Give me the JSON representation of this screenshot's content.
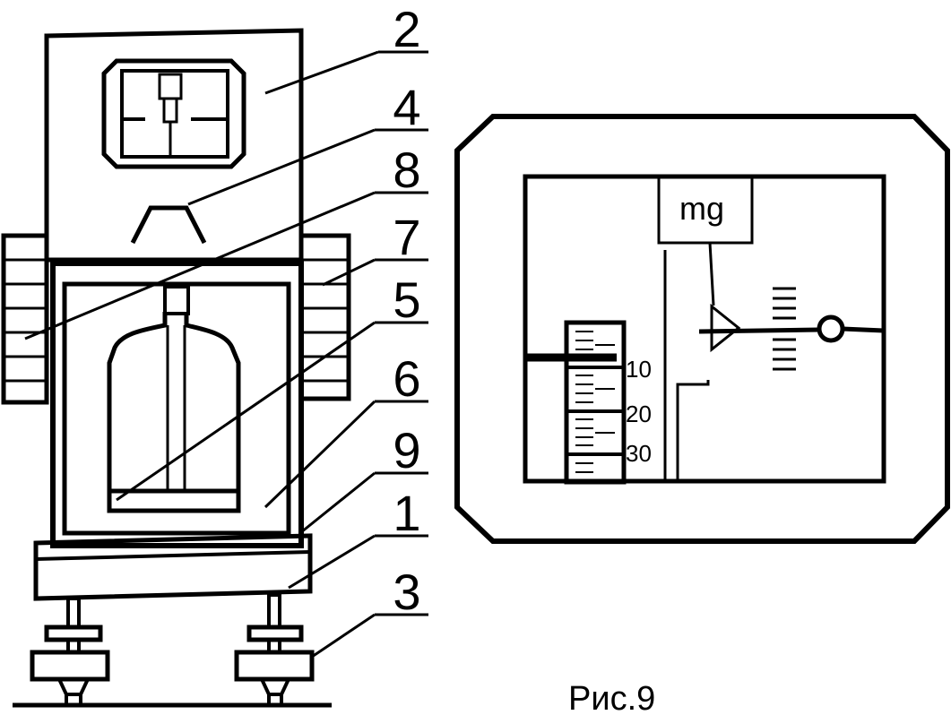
{
  "diagram": {
    "callouts": [
      {
        "id": "2",
        "label": "2"
      },
      {
        "id": "4",
        "label": "4"
      },
      {
        "id": "8",
        "label": "8"
      },
      {
        "id": "7",
        "label": "7"
      },
      {
        "id": "5",
        "label": "5"
      },
      {
        "id": "6",
        "label": "6"
      },
      {
        "id": "9",
        "label": "9"
      },
      {
        "id": "1",
        "label": "1"
      },
      {
        "id": "3",
        "label": "3"
      }
    ],
    "scale": {
      "unit": "mg",
      "marks": [
        "10",
        "20",
        "30"
      ]
    },
    "caption": "Рис.9"
  }
}
